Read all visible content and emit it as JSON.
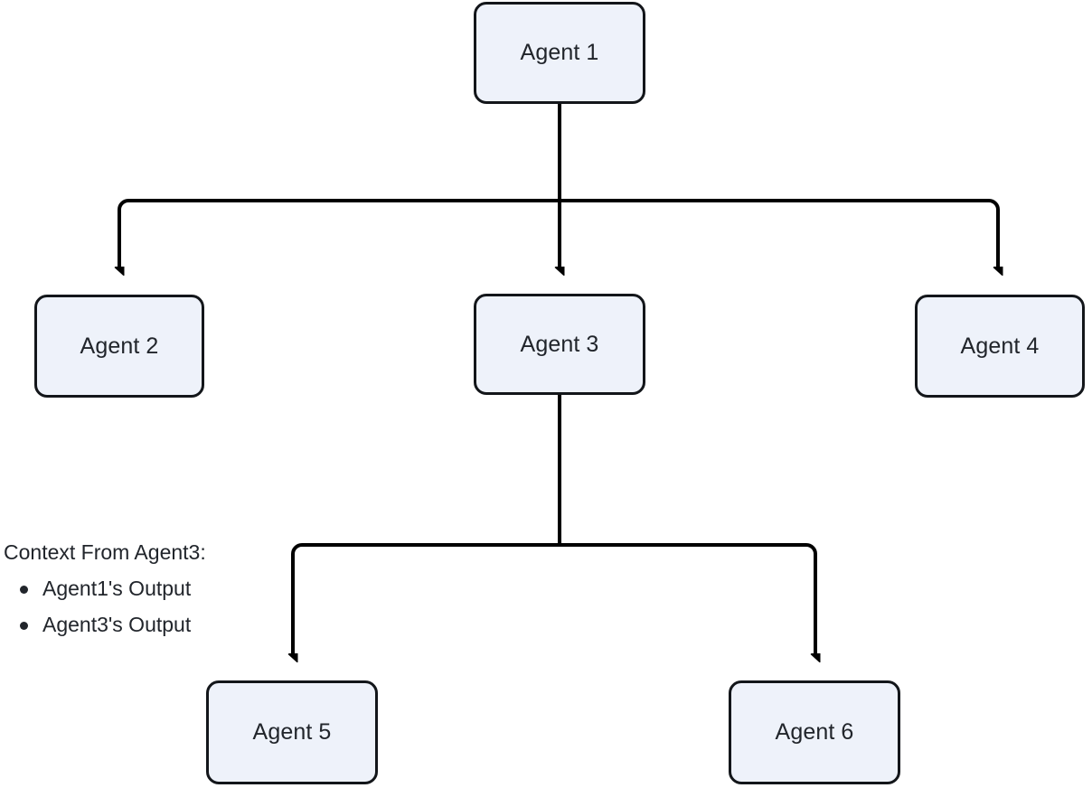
{
  "diagram": {
    "type": "flowchart",
    "direction": "top-down",
    "background_color": "#ffffff",
    "node_fill_color": "#eef2fa",
    "node_border_color": "#13161a",
    "text_color": "#21252b",
    "edge_color": "#000000",
    "nodes": [
      {
        "id": "agent1",
        "label": "Agent 1",
        "level": 0
      },
      {
        "id": "agent2",
        "label": "Agent 2",
        "level": 1
      },
      {
        "id": "agent3",
        "label": "Agent 3",
        "level": 1
      },
      {
        "id": "agent4",
        "label": "Agent 4",
        "level": 1
      },
      {
        "id": "agent5",
        "label": "Agent 5",
        "level": 2
      },
      {
        "id": "agent6",
        "label": "Agent 6",
        "level": 2
      }
    ],
    "edges": [
      {
        "from": "agent1",
        "to": "agent2"
      },
      {
        "from": "agent1",
        "to": "agent3"
      },
      {
        "from": "agent1",
        "to": "agent4"
      },
      {
        "from": "agent3",
        "to": "agent5"
      },
      {
        "from": "agent3",
        "to": "agent6"
      }
    ]
  },
  "annotation": {
    "title": "Context From Agent3:",
    "items": [
      "Agent1's Output",
      "Agent3's Output"
    ]
  }
}
